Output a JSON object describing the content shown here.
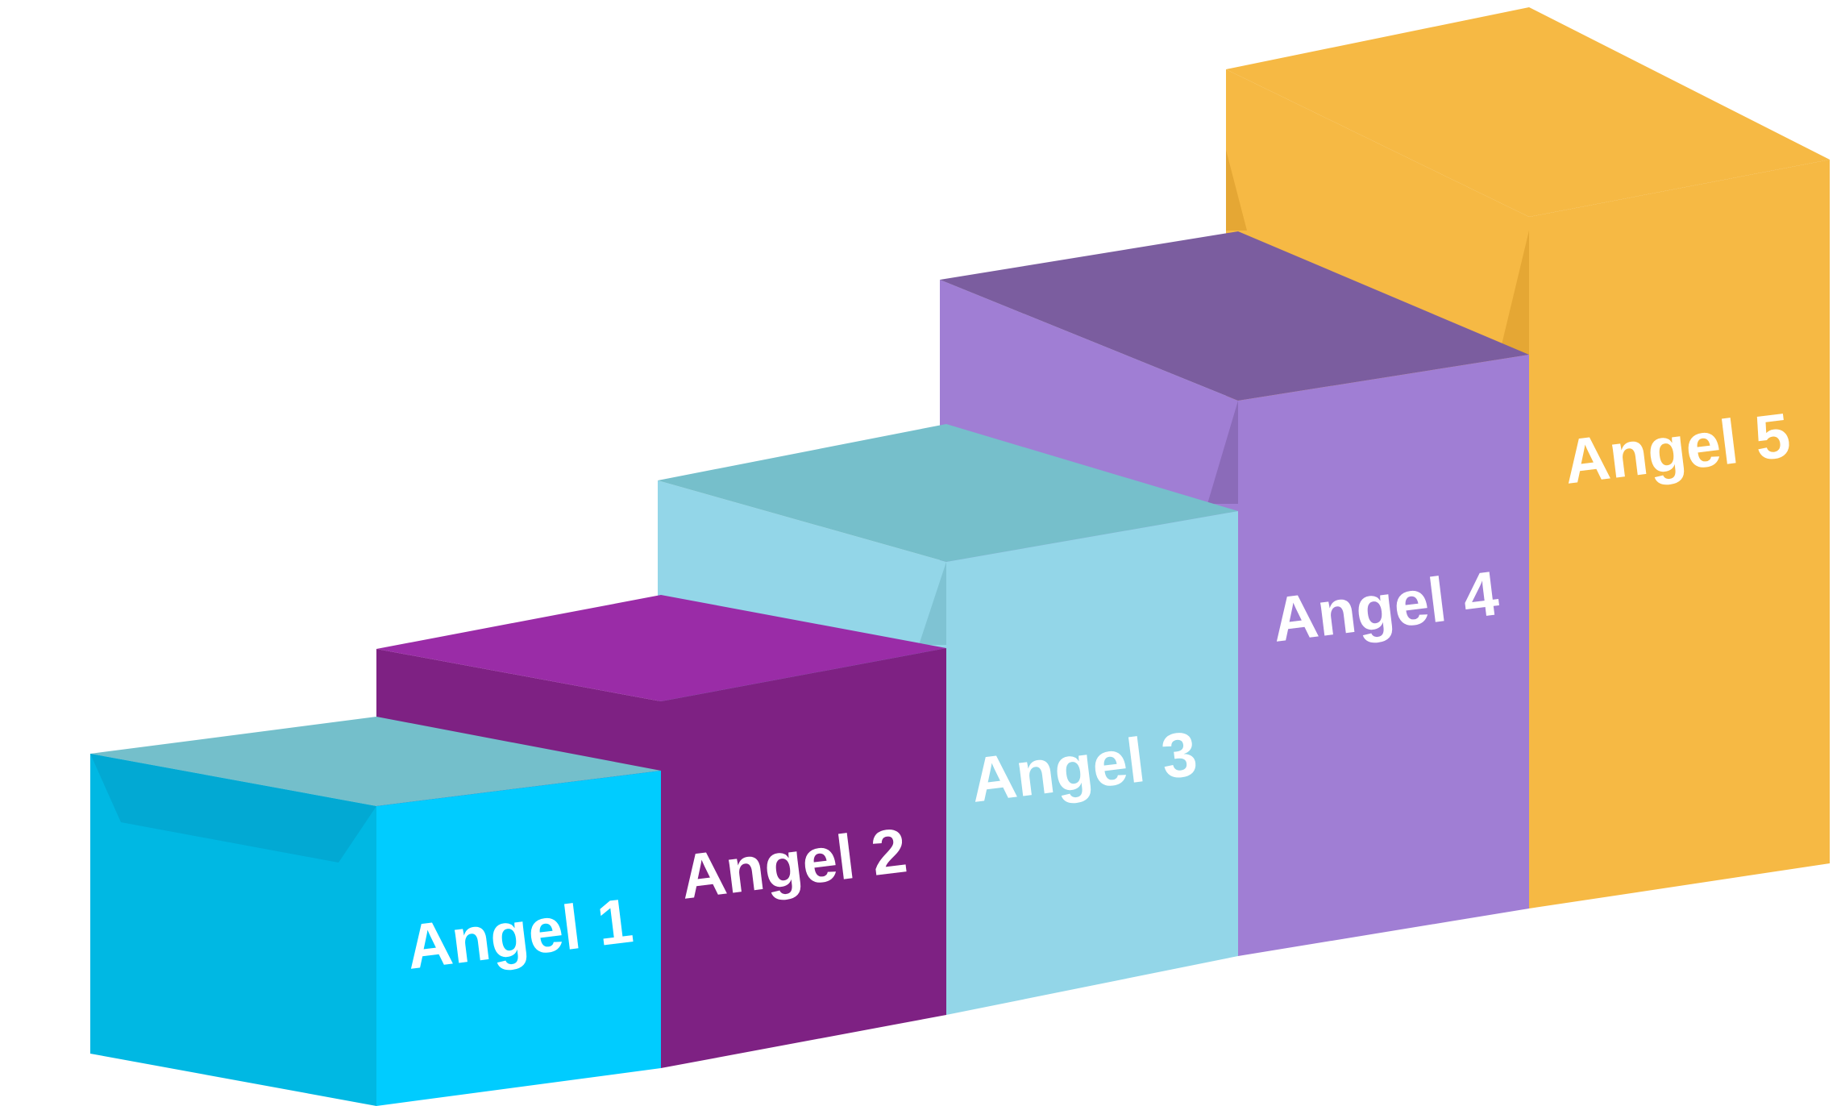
{
  "diagram": {
    "steps": [
      {
        "label": "Angel 1",
        "colors": {
          "front": "#00CCFF",
          "side": "#00B8E3",
          "top": "#74BFCB",
          "shade": "#02A9D3"
        }
      },
      {
        "label": "Angel 2",
        "colors": {
          "front": "#7E2183",
          "side": "#7E2183",
          "top": "#9A2CA7",
          "shade": "#6F1B75"
        }
      },
      {
        "label": "Angel 3",
        "colors": {
          "front": "#93D6E8",
          "side": "#93D6E8",
          "top": "#76BFCB",
          "shade": "#7FC3D3"
        }
      },
      {
        "label": "Angel 4",
        "colors": {
          "front": "#A07ED4",
          "side": "#A07ED4",
          "top": "#7B5D9F",
          "shade": "#8B6BB9"
        }
      },
      {
        "label": "Angel 5",
        "colors": {
          "front": "#F6B944",
          "side": "#F6B944",
          "top": "#F6B944",
          "shade": "#E5A734"
        }
      }
    ]
  }
}
